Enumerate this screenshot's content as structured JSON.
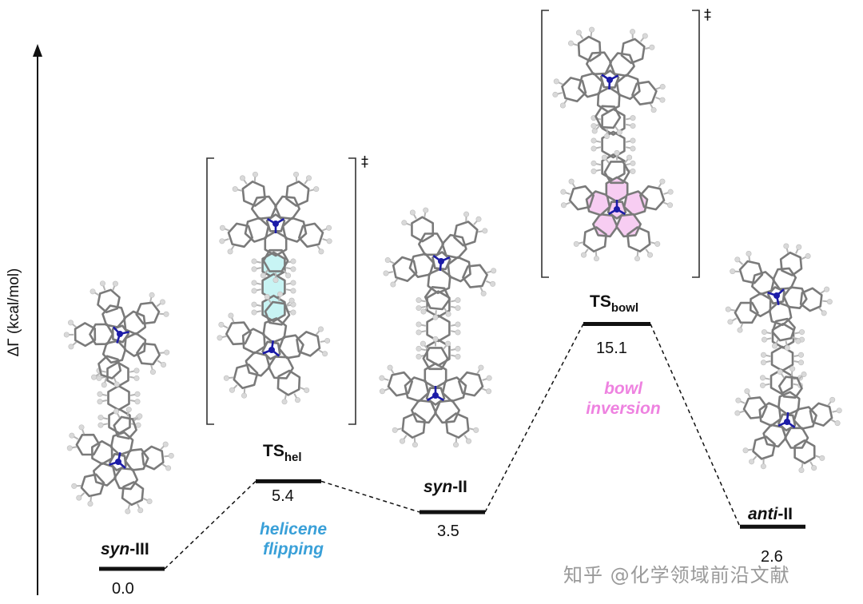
{
  "axis": {
    "ylabel": "ΔΓ (kcal/mol)"
  },
  "levels": [
    {
      "id": "syn-III",
      "label_italic": "syn",
      "label_rest": "-III",
      "energy": 0.0,
      "energy_text": "0.0"
    },
    {
      "id": "TS-hel",
      "label_main": "TS",
      "label_sub": "hel",
      "energy": 5.4,
      "energy_text": "5.4",
      "transition_state": true,
      "dagger": "‡"
    },
    {
      "id": "syn-II",
      "label_italic": "syn",
      "label_rest": "-II",
      "energy": 3.5,
      "energy_text": "3.5"
    },
    {
      "id": "TS-bowl",
      "label_main": "TS",
      "label_sub": "bowl",
      "energy": 15.1,
      "energy_text": "15.1",
      "transition_state": true,
      "dagger": "‡"
    },
    {
      "id": "anti-II",
      "label_italic": "anti",
      "label_rest": "-II",
      "energy": 2.6,
      "energy_text": "2.6"
    }
  ],
  "annotations": {
    "helicene": {
      "line1": "helicene",
      "line2": "flipping",
      "color": "#3aa0d8"
    },
    "bowl": {
      "line1": "bowl",
      "line2": "inversion",
      "color": "#ee82e0"
    }
  },
  "colors": {
    "bond": "#7a7a7a",
    "hydrogen": "#d9d9d9",
    "nitrogen": "#1c1ca8",
    "highlight_hel": "#c8f4f4",
    "highlight_bowl": "#f7cdf2"
  },
  "watermark": "知乎 @化学领域前沿文献"
}
